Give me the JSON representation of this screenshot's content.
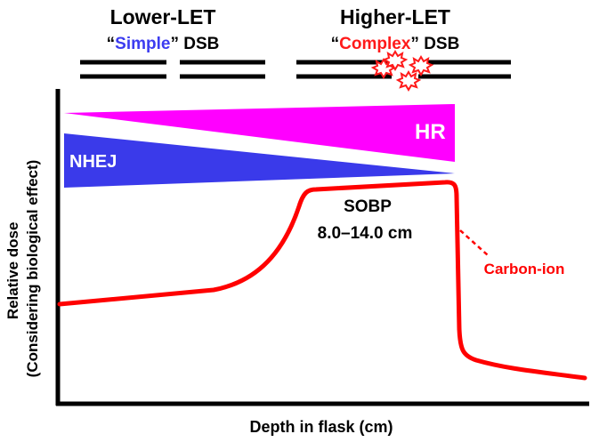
{
  "header": {
    "lower_let": "Lower-LET",
    "simple_open": "“",
    "simple_word": "Simple",
    "simple_close": "” DSB",
    "higher_let": "Higher-LET",
    "complex_open": "“",
    "complex_word": "Complex",
    "complex_close": "” DSB"
  },
  "pathways": {
    "hr_label": "HR",
    "nhej_label": "NHEJ"
  },
  "annotations": {
    "sobp_title": "SOBP",
    "sobp_range": "8.0–14.0 cm",
    "curve_label": "Carbon-ion"
  },
  "axes": {
    "ylabel_line1": "Relative dose",
    "ylabel_line2": "(Considering biological effect)",
    "xlabel": "Depth in flask (cm)"
  },
  "colors": {
    "simple": "#3c3cf0",
    "complex": "#ff1a1a",
    "hr_fill": "#ff00ff",
    "nhej_fill": "#3a3aea",
    "curve": "#ff0000",
    "dna": "#000000"
  },
  "icons": {
    "damage_burst": "starburst-icon"
  }
}
